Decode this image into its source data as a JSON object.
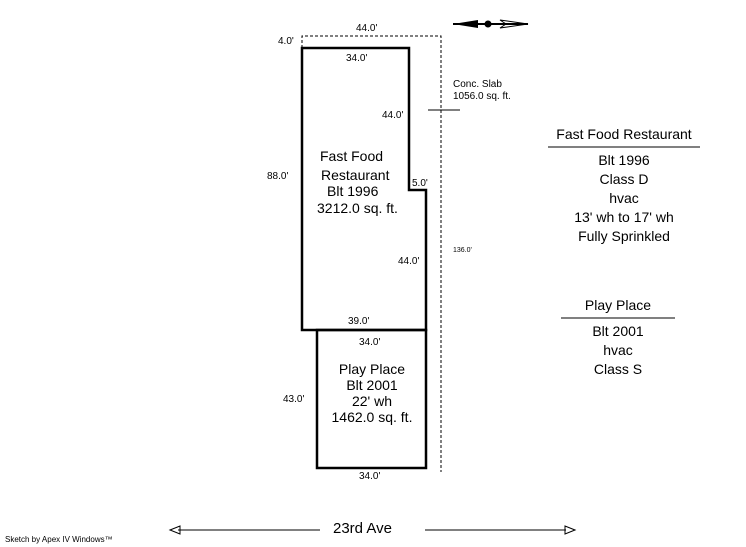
{
  "dimensions": {
    "top_slab": "44.0'",
    "slab_offset": "4.0'",
    "top_building": "34.0'",
    "right_upper": "44.0'",
    "left_main": "88.0'",
    "step": "5.0'",
    "right_lower": "44.0'",
    "main_bottom": "39.0'",
    "play_top": "34.0'",
    "play_left": "43.0'",
    "play_bottom": "34.0'",
    "slab_right": "136.0'"
  },
  "slab": {
    "line1": "Conc. Slab",
    "line2": "1056.0 sq. ft."
  },
  "main_area": {
    "line1": "Fast Food",
    "line2": "Restaurant",
    "line3": "Blt 1996",
    "line4": "3212.0 sq. ft."
  },
  "play_area": {
    "line1": "Play Place",
    "line2": "Blt 2001",
    "line3": "22' wh",
    "line4": "1462.0 sq. ft."
  },
  "legend_main": {
    "title": "Fast Food Restaurant",
    "items": [
      "Blt 1996",
      "Class D",
      "hvac",
      "13' wh to 17' wh",
      "Fully Sprinkled"
    ]
  },
  "legend_play": {
    "title": "Play Place",
    "items": [
      "Blt 2001",
      "hvac",
      "Class S"
    ]
  },
  "street": "23rd Ave",
  "credit": "Sketch by Apex IV Windows™"
}
